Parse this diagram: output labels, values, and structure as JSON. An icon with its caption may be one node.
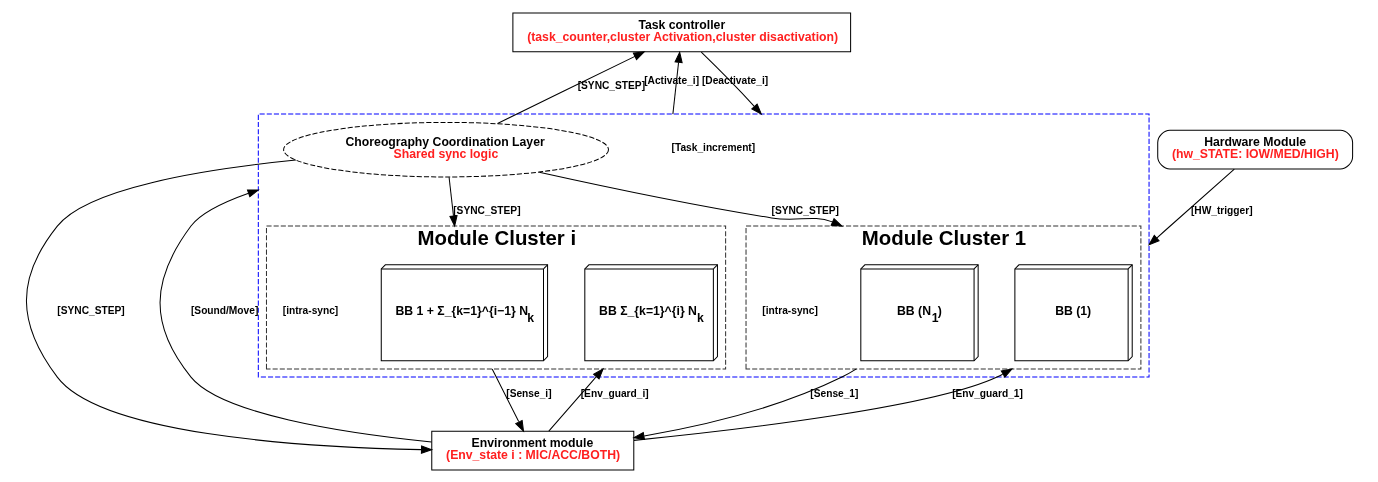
{
  "diagram": {
    "nodes": [
      {
        "text": [
          "Task controller",
          "(task_counter,cluster Activation,cluster disactivation)"
        ]
      },
      {
        "text": [
          "Hardware Module",
          "(hw_STATE: IOW/MED/HIGH)"
        ]
      },
      {
        "text": [],
        "shape": "box"
      },
      {
        "text": [
          "Module Cluster 1"
        ],
        "in": 2
      },
      {
        "text": [
          "BB (1)"
        ],
        "in": 3
      },
      {
        "text": [
          "BB (N$_{1}$)"
        ],
        "in": 3
      },
      {
        "text": [
          "Choreography Coordination Layer",
          "Shared sync logic"
        ],
        "in": 2
      },
      {
        "text": [
          "Module Cluster i"
        ],
        "in": 2
      },
      {
        "text": [
          "BB 1 + Σ_{k=1}^{i−1} N$_{k}$"
        ],
        "in": 7
      },
      {
        "text": [
          "BB Σ_{k=1}^{i} N$_{k}$"
        ],
        "in": 7
      },
      {
        "text": [
          "Environment module",
          "(Env_state i : MIC/ACC/BOTH)"
        ]
      }
    ],
    "edges": [
      {
        "from": 1,
        "to": 2,
        "arrow": "to",
        "label": "[HW_trigger]"
      },
      {
        "from": 0,
        "to": 2,
        "arrow": "to",
        "label": "[Activate_i] [Deactivate_i]"
      },
      {
        "from": 6,
        "to": 0,
        "arrow": "to",
        "label": "[SYNC_STEP]"
      },
      {
        "from": 2,
        "to": 0,
        "arrow": "to",
        "label": "[Task_increment]"
      },
      {
        "from": 6,
        "to": 3,
        "arrow": "to",
        "label": "[SYNC_STEP]"
      },
      {
        "from": 6,
        "to": 7,
        "arrow": "to",
        "label": "[SYNC_STEP]"
      },
      {
        "from": 6,
        "to": 10,
        "arrow": "to",
        "label": "[SYNC_STEP]"
      },
      {
        "from": 10,
        "to": 3,
        "arrow": "to",
        "label": "[Env_guard_1]"
      },
      {
        "from": 3,
        "to": 10,
        "arrow": "to",
        "label": "[Sense_1]"
      },
      {
        "from": 10,
        "to": 2,
        "arrow": "to",
        "label": "[Sound/Move]"
      },
      {
        "from": 7,
        "to": 10,
        "arrow": "to",
        "label": "[Sense_i]"
      },
      {
        "from": 10,
        "to": 7,
        "arrow": "to",
        "label": "[Env_guard_i]"
      }
    ],
    "labels": [
      "[intra-sync]",
      "[intra-sync]"
    ]
  }
}
